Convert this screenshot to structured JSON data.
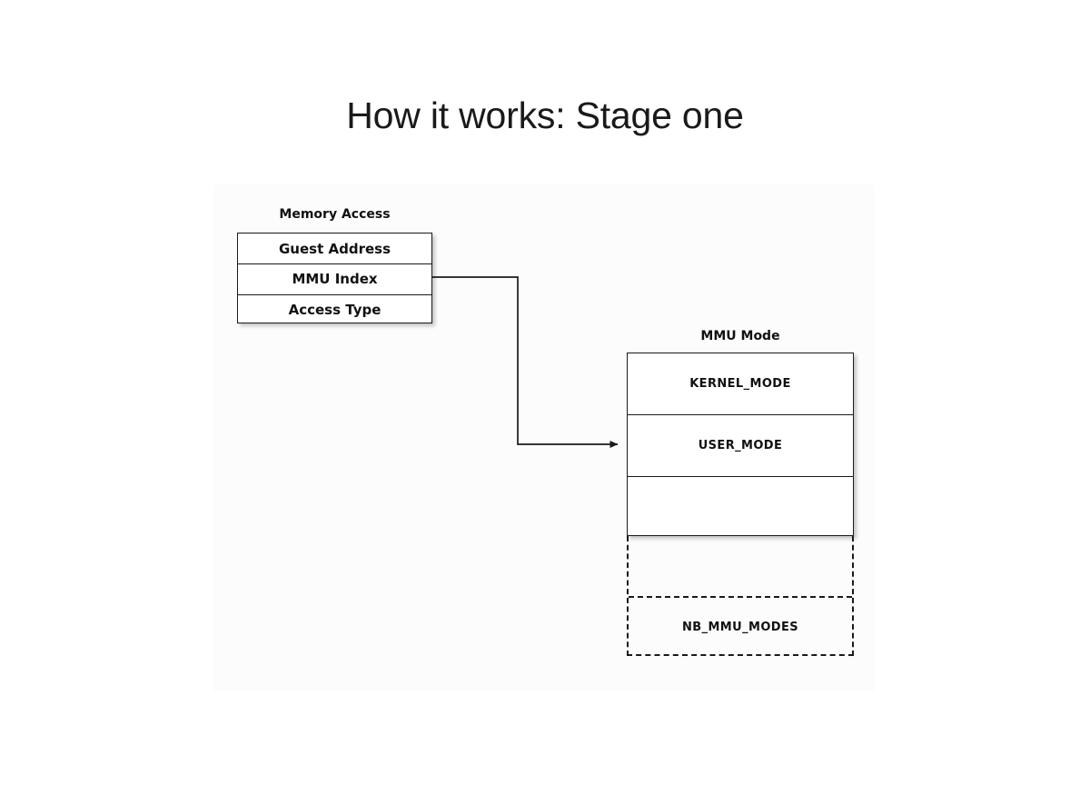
{
  "slide": {
    "title": "How it works: Stage one",
    "background_color": "#ffffff",
    "panel_color": "#fcfcfc",
    "stroke_color": "#1a1a1a",
    "text_color": "#111111"
  },
  "diagram": {
    "memory_access": {
      "title": "Memory Access",
      "rows": [
        {
          "label": "Guest Address"
        },
        {
          "label": "MMU Index"
        },
        {
          "label": "Access Type"
        }
      ]
    },
    "mmu_mode": {
      "title": "MMU Mode",
      "rows": [
        {
          "label": "KERNEL_MODE"
        },
        {
          "label": "USER_MODE"
        },
        {
          "label": ""
        }
      ],
      "extension_rows": [
        {
          "label": ""
        },
        {
          "label": "NB_MMU_MODES"
        }
      ]
    },
    "connector": {
      "from": "MMU Index",
      "to": "USER_MODE",
      "style": "orthogonal-arrow"
    }
  }
}
